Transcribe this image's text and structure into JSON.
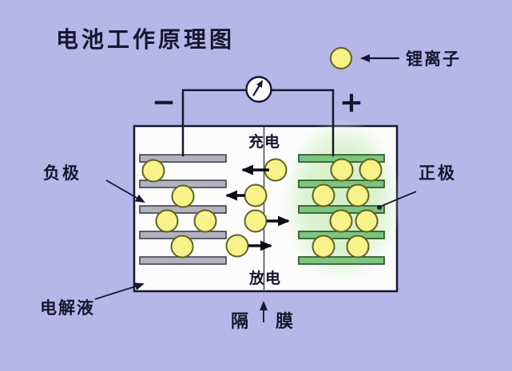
{
  "title": "电池工作原理图",
  "legend": {
    "label": "锂离子"
  },
  "circuit": {
    "negative_sign": "−",
    "positive_sign": "+"
  },
  "cell": {
    "charge_label": "充电",
    "discharge_label": "放电",
    "separator_label": "隔膜"
  },
  "labels": {
    "negative_electrode": "负极",
    "positive_electrode": "正极",
    "electrolyte": "电解液"
  },
  "colors": {
    "background": "#b6b6e8",
    "ion": "#f7f28a",
    "ion_border": "#62621f",
    "negative_bar": "#b2b2bc",
    "negative_bar_border": "#3f3f52",
    "positive_bar": "#7cc57f",
    "positive_bar_border": "#234f23",
    "wire": "#16162e",
    "cell_fill": "#fcfcfd"
  }
}
